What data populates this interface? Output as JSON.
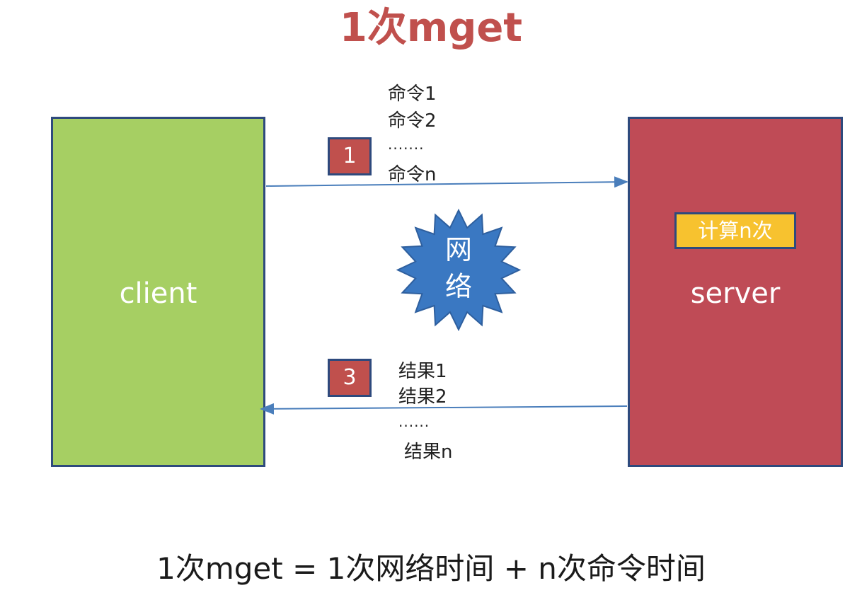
{
  "title": "1次mget",
  "client": {
    "label": "client"
  },
  "server": {
    "label": "server",
    "compute_label": "计算n次"
  },
  "request": {
    "step": "1",
    "commands": [
      "命令1",
      "命令2",
      ".......",
      "命令n"
    ]
  },
  "network": {
    "line1": "网",
    "line2": "络"
  },
  "response": {
    "step": "3",
    "results": [
      "结果1",
      "结果2",
      "......",
      "结果n"
    ]
  },
  "formula": "1次mget = 1次网络时间 + n次命令时间",
  "colors": {
    "title": "#c0504d",
    "client": "#a6cf63",
    "server": "#bf4b56",
    "badge": "#c0504d",
    "compute": "#f7c22f",
    "network": "#3a78c2",
    "arrow": "#4a7ebb",
    "border": "#2e4a7d"
  }
}
